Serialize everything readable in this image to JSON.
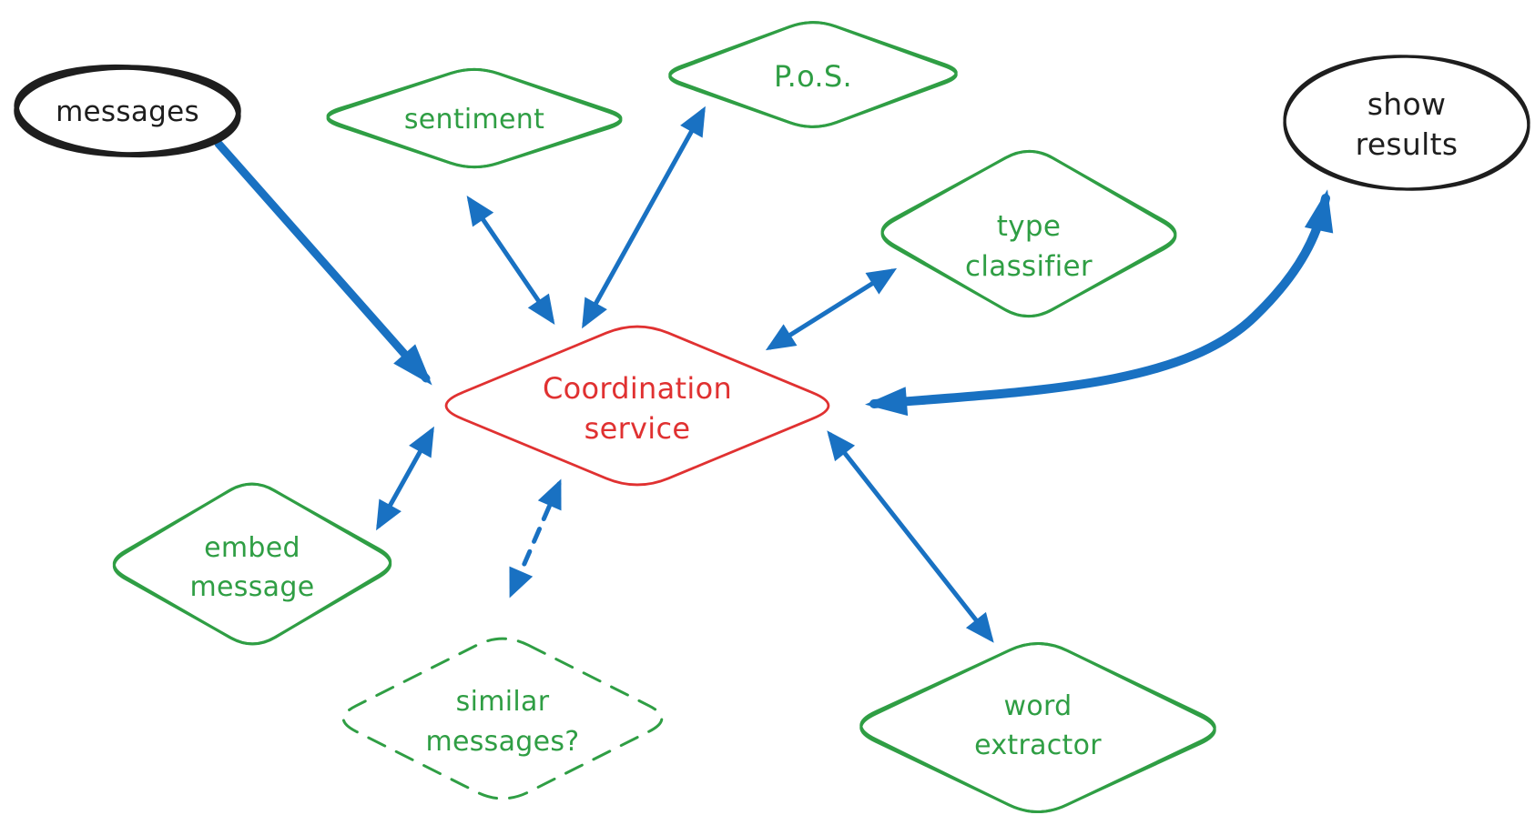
{
  "palette": {
    "background": "#ffffff",
    "node_black": "#1e1e1e",
    "node_green": "#2f9e44",
    "node_red": "#e03131",
    "arrow_blue": "#1971c2"
  },
  "nodes": {
    "messages": {
      "label": "messages",
      "shape": "ellipse",
      "color": "#1e1e1e",
      "border": "solid"
    },
    "sentiment": {
      "label": "sentiment",
      "shape": "diamond",
      "color": "#2f9e44",
      "border": "solid"
    },
    "pos": {
      "label": "P.o.S.",
      "shape": "diamond",
      "color": "#2f9e44",
      "border": "solid"
    },
    "show_results": {
      "line1": "show",
      "line2": "results",
      "shape": "ellipse",
      "color": "#1e1e1e",
      "border": "solid"
    },
    "type_classifier": {
      "line1": "type",
      "line2": "classifier",
      "shape": "diamond",
      "color": "#2f9e44",
      "border": "solid"
    },
    "coordination": {
      "line1": "Coordination",
      "line2": "service",
      "shape": "diamond",
      "color": "#e03131",
      "border": "solid"
    },
    "embed_message": {
      "line1": "embed",
      "line2": "message",
      "shape": "diamond",
      "color": "#2f9e44",
      "border": "solid"
    },
    "similar_messages": {
      "line1": "similar",
      "line2": "messages?",
      "shape": "diamond",
      "color": "#2f9e44",
      "border": "dashed"
    },
    "word_extractor": {
      "line1": "word",
      "line2": "extractor",
      "shape": "diamond",
      "color": "#2f9e44",
      "border": "solid"
    }
  },
  "edges": [
    {
      "from": "messages",
      "to": "coordination",
      "direction": "one-way",
      "style": "solid",
      "weight": "thick"
    },
    {
      "from": "sentiment",
      "to": "coordination",
      "direction": "two-way",
      "style": "solid",
      "weight": "normal"
    },
    {
      "from": "pos",
      "to": "coordination",
      "direction": "two-way",
      "style": "solid",
      "weight": "normal"
    },
    {
      "from": "type_classifier",
      "to": "coordination",
      "direction": "two-way",
      "style": "solid",
      "weight": "normal"
    },
    {
      "from": "embed_message",
      "to": "coordination",
      "direction": "two-way",
      "style": "solid",
      "weight": "normal"
    },
    {
      "from": "similar_messages",
      "to": "coordination",
      "direction": "two-way",
      "style": "dashed",
      "weight": "normal"
    },
    {
      "from": "word_extractor",
      "to": "coordination",
      "direction": "two-way",
      "style": "solid",
      "weight": "normal"
    },
    {
      "from": "coordination",
      "to": "show_results",
      "direction": "two-way",
      "style": "solid",
      "weight": "thick"
    }
  ]
}
